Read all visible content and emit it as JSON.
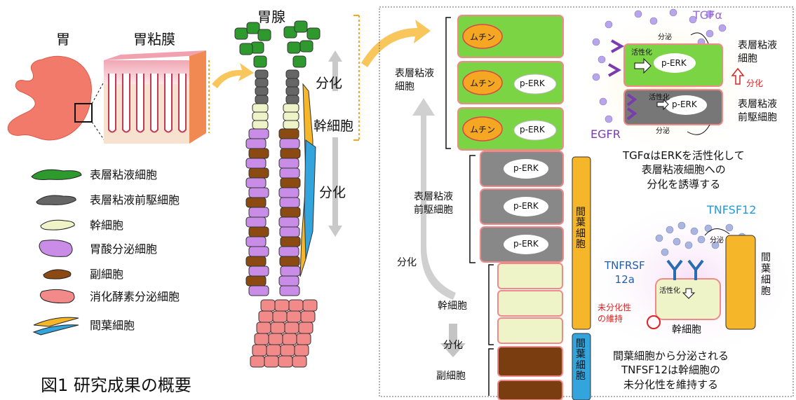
{
  "left": {
    "stomach_label": "胃",
    "mucosa_label": "胃粘膜",
    "gland_label": "胃腺",
    "differentiation_1": "分化",
    "stem_cell": "幹細胞",
    "differentiation_2": "分化",
    "figure_title": "図1 研究成果の概要"
  },
  "legend": {
    "items": [
      {
        "label": "表層粘液細胞",
        "color": "#2e9a2e"
      },
      {
        "label": "表層粘液前駆細胞",
        "color": "#666666"
      },
      {
        "label": "幹細胞",
        "color": "#eef3c8"
      },
      {
        "label": "胃酸分泌細胞",
        "color": "#c98de8"
      },
      {
        "label": "副細胞",
        "color": "#8a4a12"
      },
      {
        "label": "消化酵素分泌細胞",
        "color": "#f28a8a"
      },
      {
        "label": "間葉細胞",
        "color": "#f5b62a"
      }
    ]
  },
  "column": {
    "surface_label": "表層粘液\n細胞",
    "precursor_label": "表層粘液\n前駆細胞",
    "diff_label": "分化",
    "stem_label": "幹細胞",
    "diff2_label": "分化",
    "accessory_label": "副細胞",
    "mucin": "ムチン",
    "perk": "p-ERK",
    "mesenchymal_1": "間葉細胞",
    "mesenchymal_2": "間葉細胞"
  },
  "tgf_panel": {
    "tgfa": "TGFα",
    "secretion_top": "分泌",
    "activation_top": "活性化",
    "activation_bottom": "活性化",
    "perk_top": "p-ERK",
    "perk_bottom": "p-ERK",
    "secretion_bottom": "分泌",
    "egfr": "EGFR",
    "surface_cell": "表層粘液\n細胞",
    "diff": "分化",
    "precursor": "表層粘液\n前駆細胞",
    "caption": "TGFαはERKを活性化して\n表層粘液細胞への\n分化を誘導する"
  },
  "tnf_panel": {
    "tnfsf12": "TNFSF12",
    "secretion": "分泌",
    "tnfrsf": "TNFRSF\n12a",
    "activation": "活性化",
    "mesenchymal": "間葉細胞",
    "undiff": "未分化性\nの維持",
    "stem_cell": "幹細胞",
    "caption": "間葉細胞から分泌される\nTNFSF12は幹細胞の\n未分化性を維持する"
  }
}
